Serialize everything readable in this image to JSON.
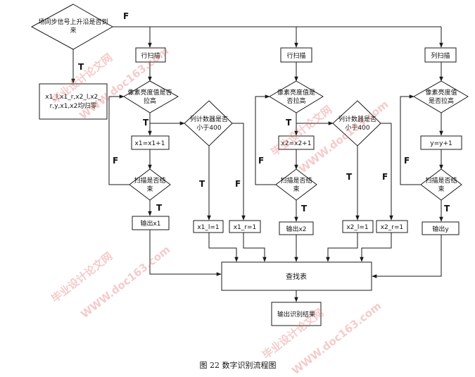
{
  "colors": {
    "line": "#1a1a1a",
    "watermark": "#e06060"
  },
  "nodes": {
    "start_decision": [
      "场同步信号上升沿是否到",
      "来"
    ],
    "reset_box": [
      "x1_l,x1_r,x2_l,x2_",
      "r,y,x1,x2均归零"
    ],
    "row_scan_1": "行扫描",
    "row_scan_2": "行扫描",
    "col_scan": "列扫描",
    "bright_1": [
      "像素亮度值是否",
      "拉高"
    ],
    "bright_2": [
      "像素亮度值是",
      "否拉高"
    ],
    "bright_3": [
      "像素亮度值",
      "是否拉高"
    ],
    "counter_1": [
      "列计数器是否",
      "小于400"
    ],
    "counter_2": [
      "列计数器是否",
      "小于400"
    ],
    "inc_x1": "x1=x1+1",
    "inc_x2": "x2=x2+1",
    "inc_y": "y=y+1",
    "end_1": [
      "扫描是否结",
      "束"
    ],
    "end_2": [
      "扫描是否结",
      "束"
    ],
    "end_3": [
      "扫描是否结",
      "束"
    ],
    "out_x1": "输出x1",
    "out_x2": "输出x2",
    "out_y": "输出y",
    "x1_l": "x1_l=1",
    "x1_r": "x1_r=1",
    "x2_l": "x2_l=1",
    "x2_r": "x2_r=1",
    "lookup": "查找表",
    "result": "输出识别结果"
  },
  "branch_labels": {
    "true": "T",
    "false": "F"
  },
  "caption": "图 22  数字识别流程图",
  "watermarks": {
    "cn": "毕业设计论文网",
    "url": "WWW.doc163.com"
  }
}
